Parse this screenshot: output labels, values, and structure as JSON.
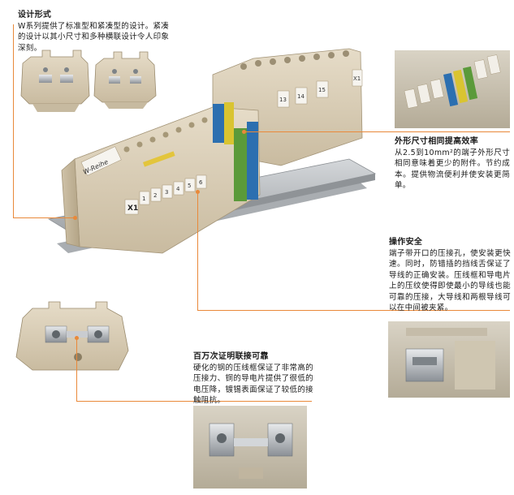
{
  "design": {
    "title": "设计形式",
    "body": "W系列提供了标准型和紧凑型的设计。紧凑的设计以其小尺寸和多种横联设计令人印象深刻。"
  },
  "size": {
    "title": "外形尺寸相同提高效率",
    "body": "从2.5到10mm²的端子外形尺寸相同意味着更少的附件。节约成本。提供物流便利并使安装更简单。"
  },
  "safety": {
    "title": "操作安全",
    "body": "端子带开口的压接孔，使安装更快速。同时，防错插的挡线舌保证了导线的正确安装。压线框和导电片上的压纹使得即使最小的导线也能可靠的压接，大导线和两根导线可以在中间被夹紧。"
  },
  "reliable": {
    "title": "百万次证明联接可靠",
    "body": "硬化的钢的压线框保证了非常高的压接力、铜的导电片提供了很低的电压降，镀锡表面保证了较低的接触阻抗。"
  },
  "product": {
    "brand": "W-Reihe",
    "marker_x1": "X1",
    "marker_numbers": [
      "1",
      "2",
      "3",
      "4",
      "5",
      "6"
    ],
    "marker_right": [
      "13",
      "14",
      "15",
      "X1"
    ]
  },
  "colors": {
    "accent": "#e9893a",
    "terminal_beige": "#d8ccb5",
    "rail_gray": "#b7babd",
    "earth_green": "#5b9a3a",
    "neutral_blue": "#2c6fb0",
    "earth_yellow": "#d9c431"
  }
}
